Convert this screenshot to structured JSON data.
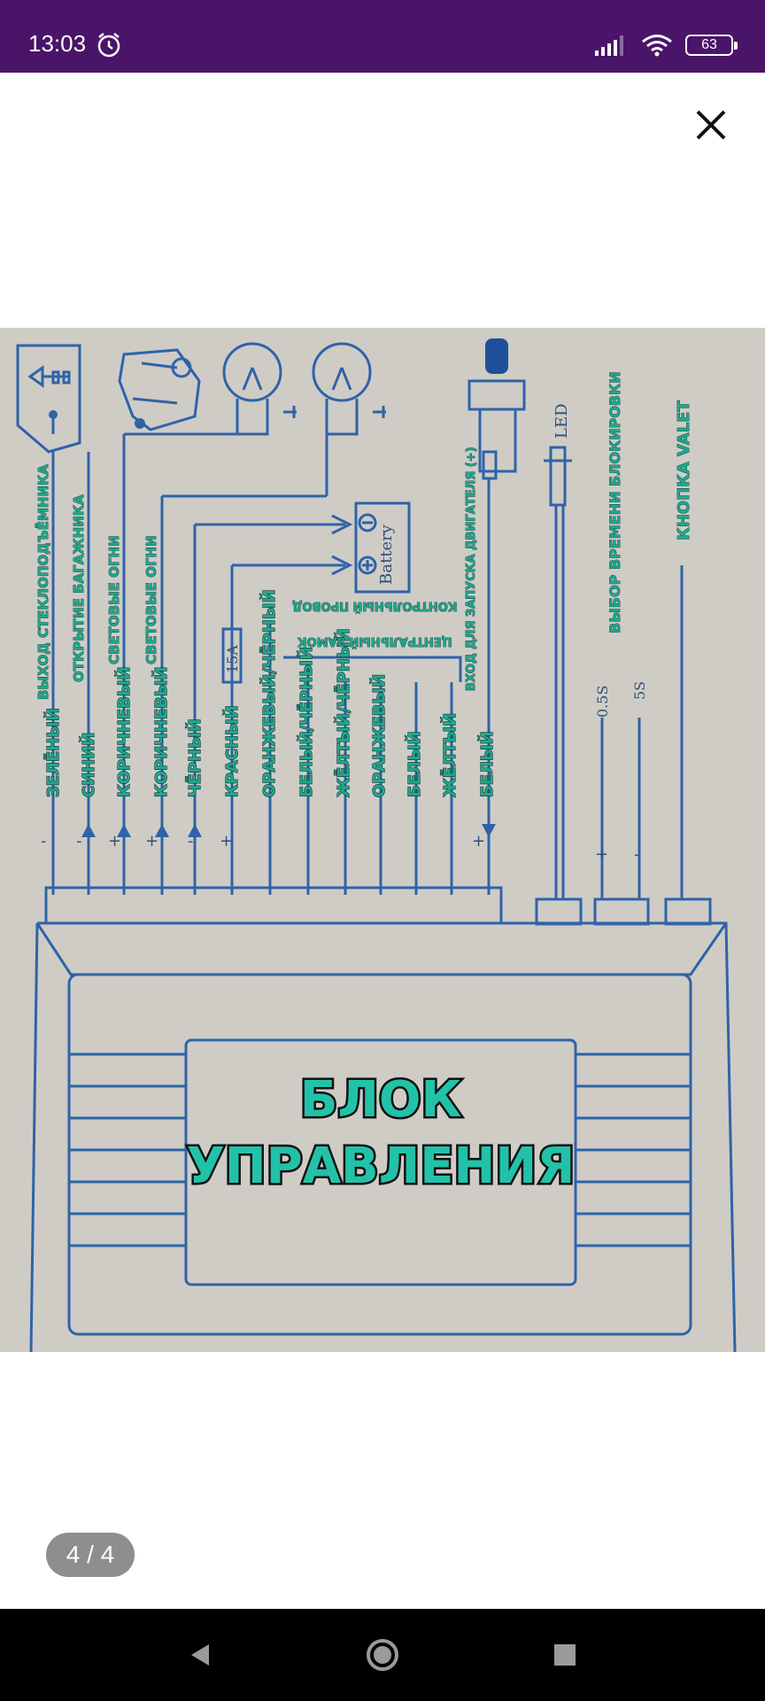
{
  "status_bar": {
    "time": "13:03",
    "battery": "63"
  },
  "viewer": {
    "counter": "4 / 4"
  },
  "diagram": {
    "wires": [
      "ЗЕЛЁНЫЙ",
      "СИНИЙ",
      "КОРИЧНЕВЫЙ",
      "КОРИЧНЕВЫЙ",
      "ЧЁРНЫЙ",
      "КРАСНЫЙ",
      "ОРАНЖЕВЫЙ/ЧЁРНЫЙ",
      "БЕЛЫЙ/ЧЁРНЫЙ",
      "ЖЁЛТЫЙ/ЧЁРНЫЙ",
      "ОРАНЖЕВЫЙ",
      "БЕЛЫЙ",
      "ЖЁЛТЫЙ",
      "БЕЛЫЙ"
    ],
    "functions": [
      "ВЫХОД СТЕКЛОПОДЪЁМНИКА",
      "ОТКРЫТИЕ БАГАЖНИКА",
      "СВЕТОВЫЕ ОГНИ",
      "СВЕТОВЫЕ ОГНИ"
    ],
    "control_wires": "КОНТРОЛЬНЫЙ ПРОВОД",
    "central_lock": "ЦЕНТРАЛЬНЫЙ ЗАМОК",
    "engine_start_input": "ВХОД ДЛЯ ЗАПУСКА ДВИГАТЕЛЯ (+)",
    "block_time": "ВЫБОР ВРЕМЕНИ БЛОКИРОВКИ",
    "valet_button": "КНОПКА VALET",
    "fuse": "15A",
    "battery_label": "Battery",
    "led": "LED",
    "time_05": "0.5S",
    "time_5": "5S",
    "title_line1": "БЛОК",
    "title_line2": "УПРАВЛЕНИЯ"
  }
}
